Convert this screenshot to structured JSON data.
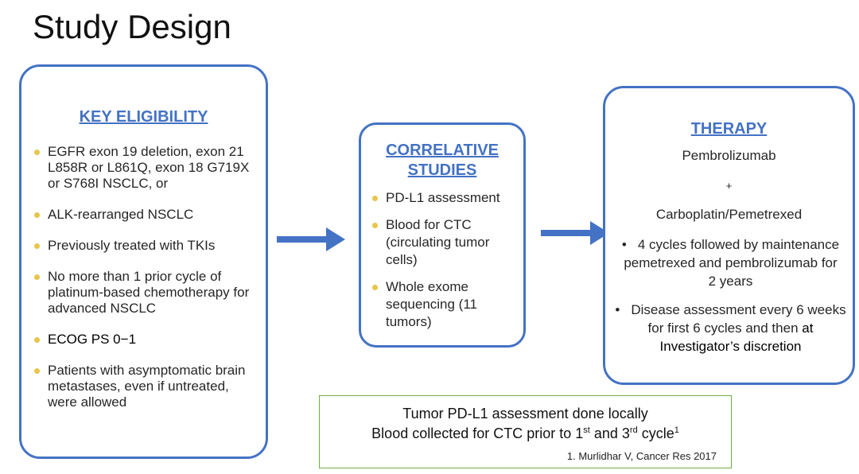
{
  "title": "Study Design",
  "eligibility": {
    "heading": "KEY ELIGIBILITY",
    "items": [
      "EGFR exon 19 deletion, exon 21 L858R or L861Q, exon 18 G719X or S768I NSCLC, or",
      "ALK-rearranged NSCLC",
      "Previously treated with TKIs",
      "No more than 1 prior cycle of platinum-based chemotherapy for advanced NSCLC",
      "ECOG PS 0−1",
      "Patients with asymptomatic brain metastases, even if untreated, were allowed"
    ]
  },
  "correlative": {
    "heading_line1": "CORRELATIVE",
    "heading_line2": "STUDIES",
    "items": [
      "PD-L1 assessment",
      "Blood for CTC (circulating tumor cells)",
      "Whole exome sequencing (11 tumors)"
    ]
  },
  "therapy": {
    "heading": "THERAPY",
    "drug1": "Pembrolizumab",
    "plus": "+",
    "drug2": "Carboplatin/Pemetrexed",
    "bullet_mark": "•",
    "point1": "4 cycles followed by maintenance pemetrexed and pembrolizumab for 2 years",
    "point2_main": "Disease assessment every 6 weeks for first 6 cycles and then",
    "point2_end": "at Investigator’s discretion"
  },
  "note": {
    "line1": "Tumor PD-L1 assessment done locally",
    "line2_a": "Blood collected for CTC prior to 1",
    "sup1": "st",
    "line2_b": " and 3",
    "sup2": "rd",
    "line2_c": " cycle",
    "sup3": "1",
    "reference": "1. Murlidhar V, Cancer Res 2017"
  },
  "colors": {
    "box_border": "#4472c4",
    "heading": "#4472c4",
    "bullet": "#e8c54b",
    "arrow": "#4472c4",
    "note_border": "#70ad47"
  }
}
